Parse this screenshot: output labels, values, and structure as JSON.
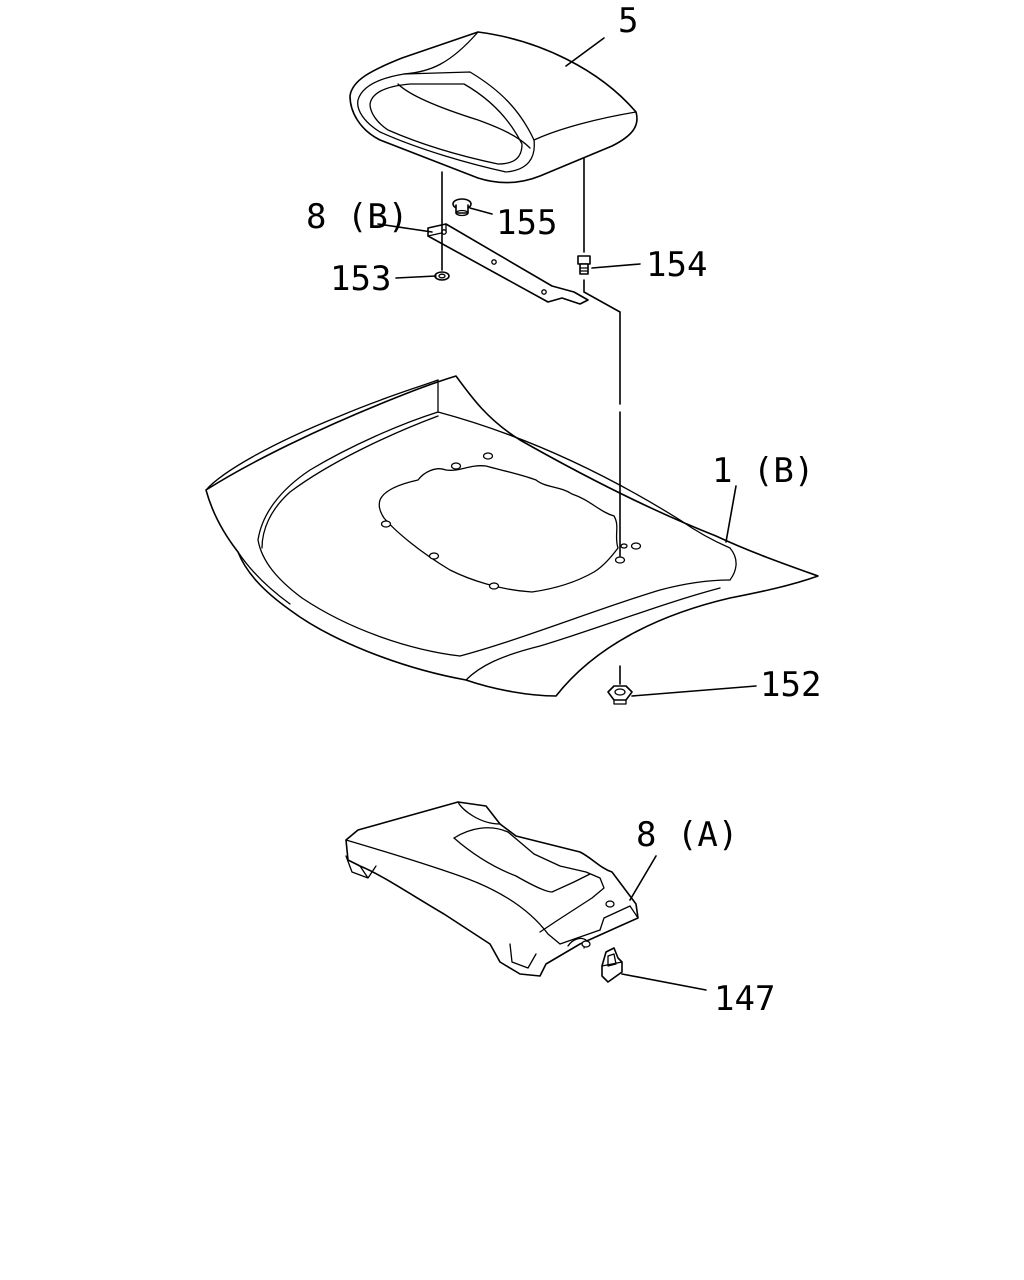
{
  "callouts": {
    "scoop": "5",
    "bracket_b": "8 (B)",
    "bolt_155": "155",
    "nut_154": "154",
    "washer_153": "153",
    "hood": "1 (B)",
    "nut_152": "152",
    "panel_a": "8 (A)",
    "clip_147": "147"
  },
  "colors": {
    "line": "#000000",
    "background": "#ffffff"
  }
}
